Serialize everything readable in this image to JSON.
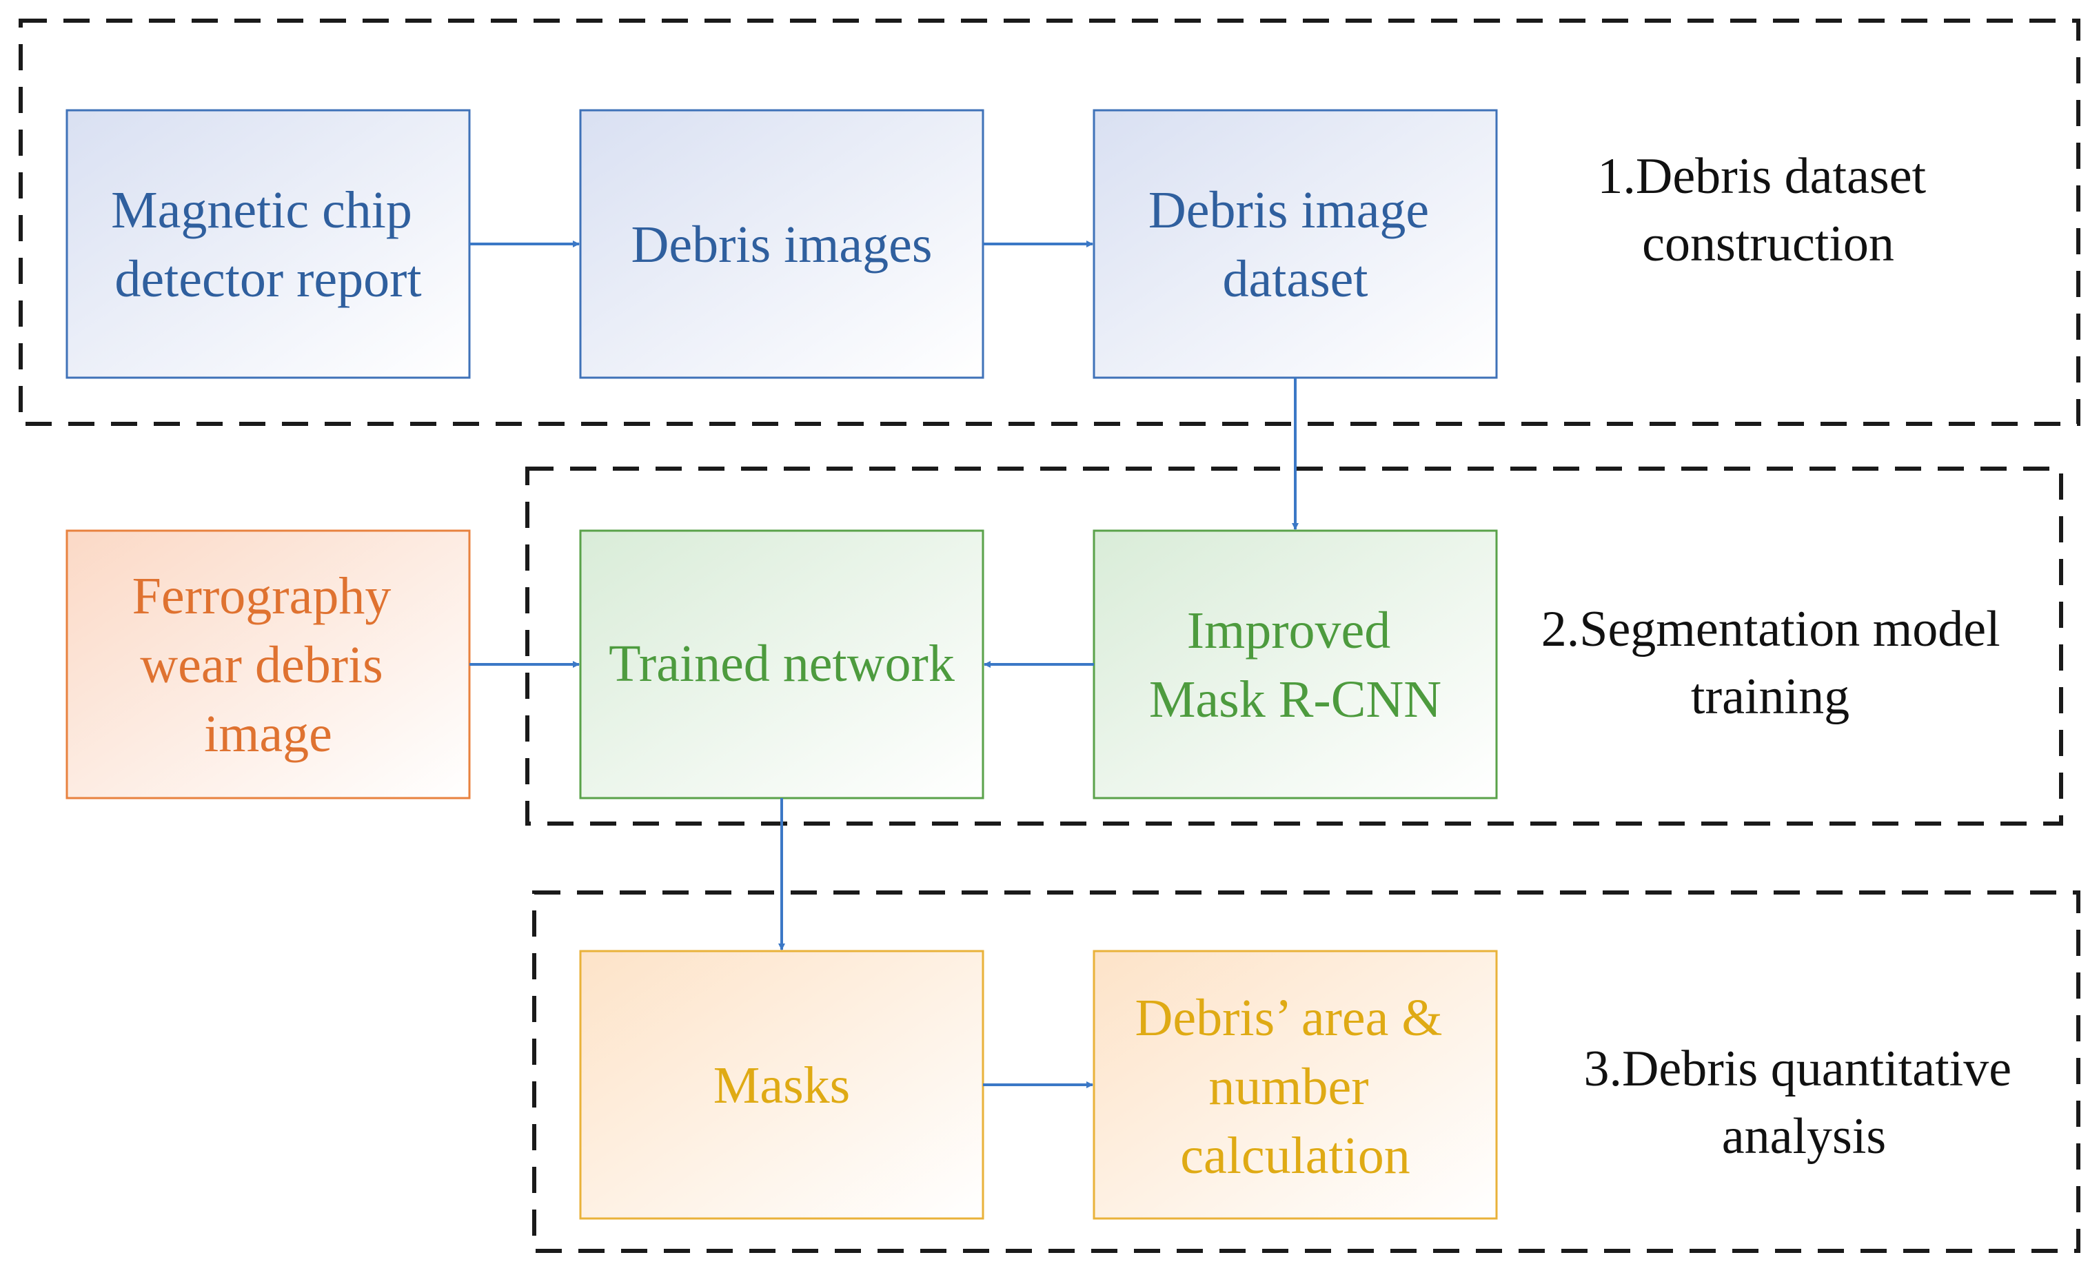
{
  "colors": {
    "blue": "#3f72b8",
    "blue_text": "#2f5f9e",
    "green": "#5aa24a",
    "green_text": "#4d9b3e",
    "orange": "#e8823f",
    "orange_text": "#df7230",
    "yellow": "#e9b23a",
    "yellow_text": "#dfaa14",
    "arrow": "#3b78c6",
    "dash": "#1a1a1a"
  },
  "stages": {
    "stage1": {
      "line1": "1.Debris dataset",
      "line2": "construction"
    },
    "stage2": {
      "line1": "2.Segmentation model",
      "line2": "training"
    },
    "stage3": {
      "line1": "3.Debris quantitative",
      "line2": "analysis"
    }
  },
  "boxes": {
    "magnetic_report": {
      "lines": [
        "Magnetic chip",
        "detector report"
      ]
    },
    "debris_images": {
      "lines": [
        "Debris images"
      ]
    },
    "debris_dataset": {
      "lines": [
        "Debris image",
        "dataset"
      ]
    },
    "ferrography_image": {
      "lines": [
        "Ferrography",
        "wear debris",
        "image"
      ]
    },
    "trained_network": {
      "lines": [
        "Trained network"
      ]
    },
    "improved_mask_rcnn": {
      "lines": [
        "Improved",
        "Mask R-CNN"
      ]
    },
    "masks": {
      "lines": [
        "Masks"
      ]
    },
    "area_calc": {
      "lines": [
        "Debris’  area &",
        "number",
        "calculation"
      ]
    }
  }
}
